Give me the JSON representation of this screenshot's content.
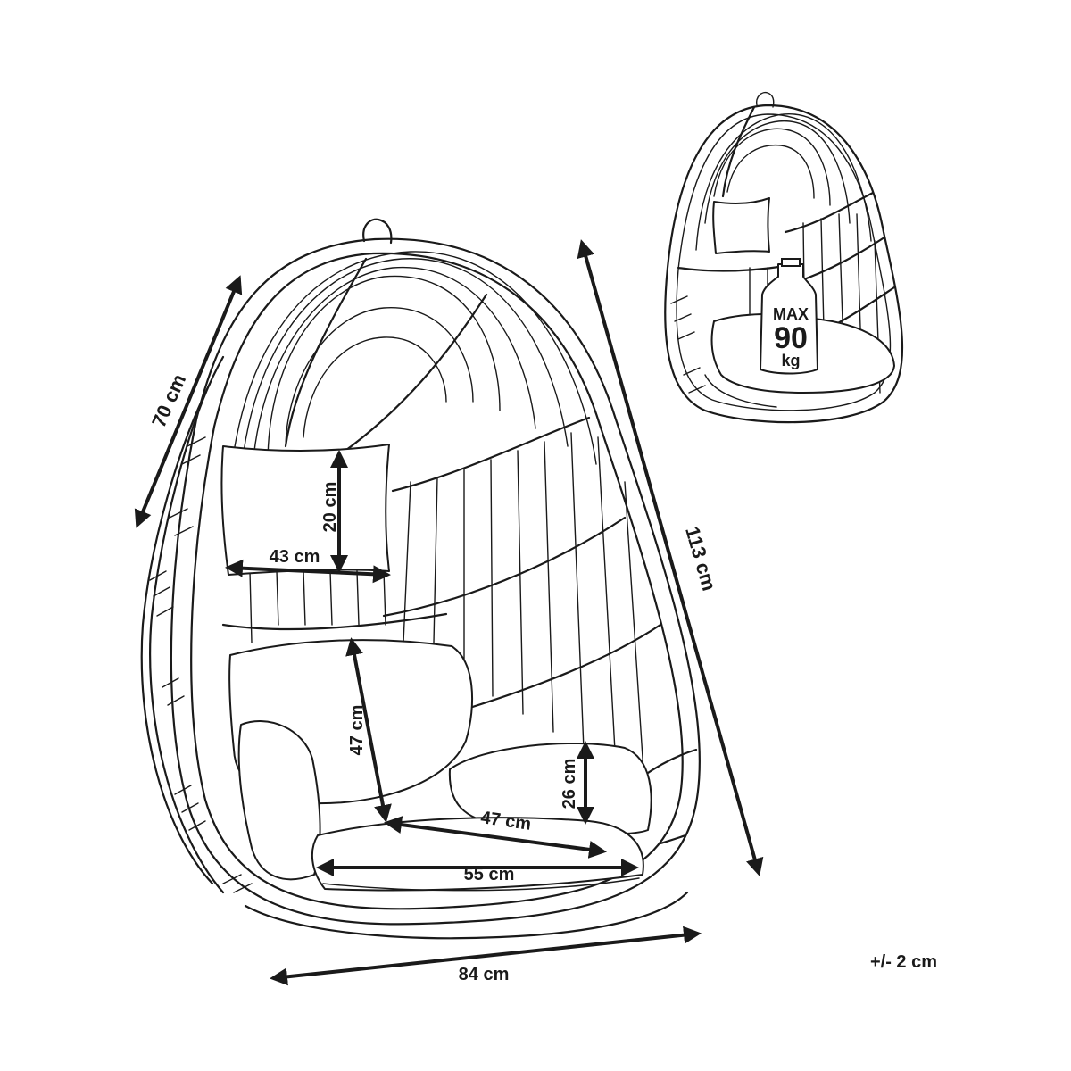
{
  "diagram": {
    "dimensions": {
      "depth": "70 cm",
      "height": "113 cm",
      "width": "84 cm",
      "pillow_height": "20 cm",
      "pillow_width": "43 cm",
      "backrest_height": "47 cm",
      "seat_depth": "47 cm",
      "seat_width": "55 cm",
      "armrest_height": "26 cm"
    },
    "load": {
      "line1": "MAX",
      "line2": "90",
      "line3": "kg"
    },
    "tolerance": "+/- 2 cm"
  }
}
